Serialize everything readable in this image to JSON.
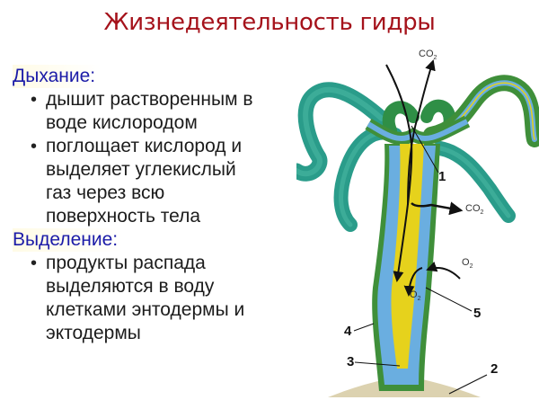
{
  "title": "Жизнедеятельность гидры",
  "sections": [
    {
      "heading": "Дыхание:",
      "bullets": [
        [
          "дышит растворенным в",
          "воде кислородом"
        ],
        [
          "поглощает кислород и",
          "выделяет углекислый",
          "газ через всю",
          "поверхность тела"
        ]
      ]
    },
    {
      "heading": "Выделение:",
      "bullets": [
        [
          "продукты распада",
          "выделяются в воду",
          "клетками энтодермы и",
          "эктодермы"
        ]
      ]
    }
  ],
  "diagram": {
    "gas_labels": {
      "co2_top": "CO",
      "co2_top_sub": "2",
      "co2_side": "CO",
      "co2_side_sub": "2",
      "o2_outside": "O",
      "o2_outside_sub": "2",
      "o2_inside": "O",
      "o2_inside_sub": "2"
    },
    "number_labels": {
      "n1": "1",
      "n2": "2",
      "n3": "3",
      "n4": "4",
      "n5": "5"
    },
    "colors": {
      "ectoderm": "#3f8f3a",
      "tentacle": "#2a9c8a",
      "mesoglea_cells": "#6aaee0",
      "gastral_cavity": "#e6d21c",
      "title": "#a5121b",
      "heading": "#1b1ba8"
    }
  }
}
